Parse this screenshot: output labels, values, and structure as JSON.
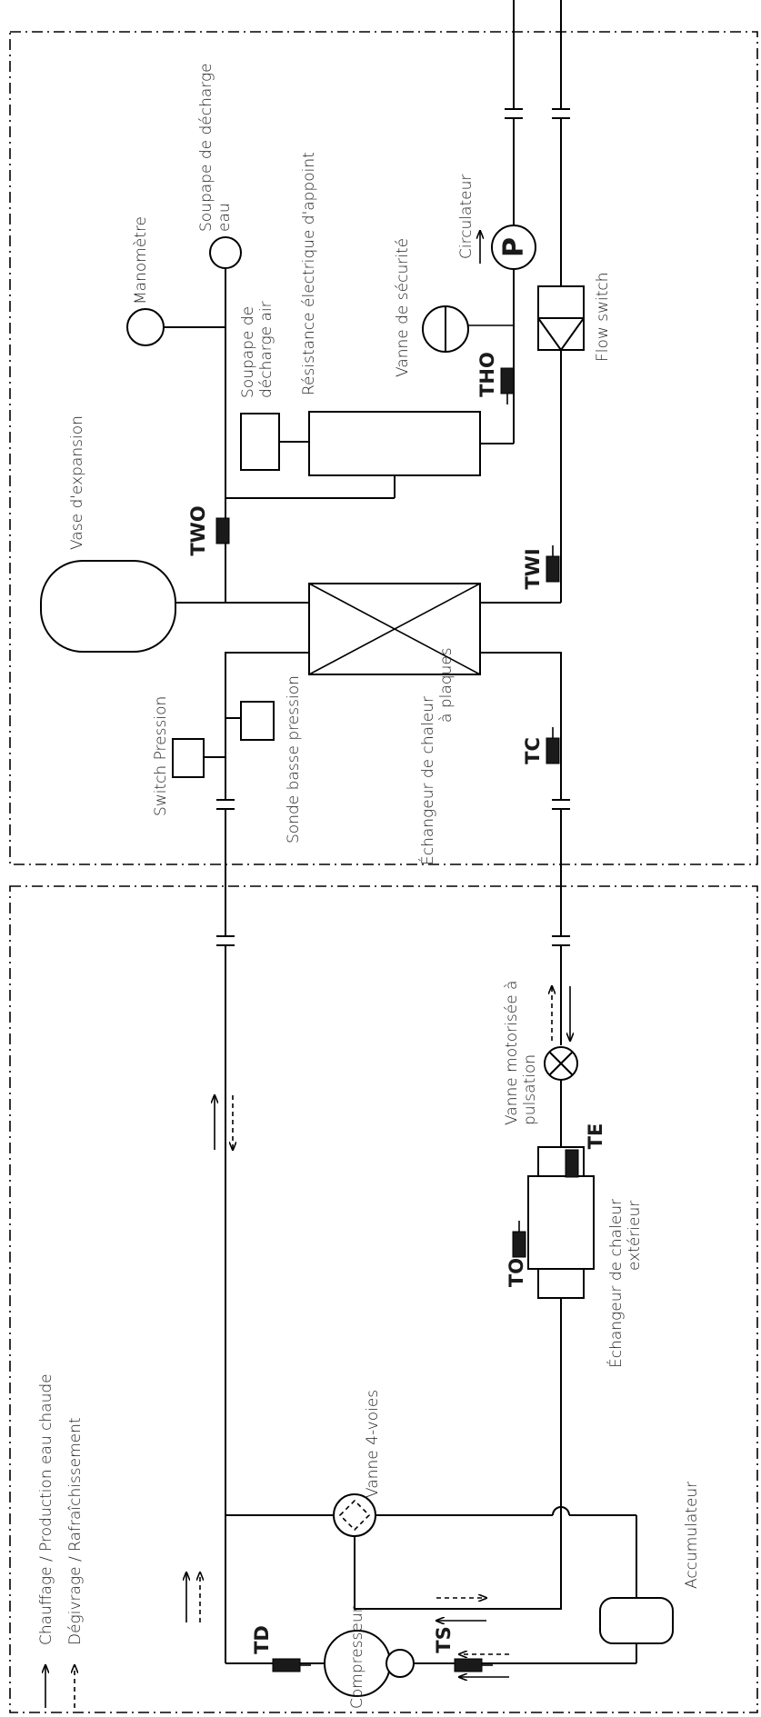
{
  "labels": {
    "manometre": "Manomètre",
    "soupape_eau_1": "Soupape de décharge",
    "soupape_eau_2": "eau",
    "soupape_air_1": "Soupape de",
    "soupape_air_2": "décharge air",
    "resistance": "Résistance électrique d'appoint",
    "vanne_securite": "Vanne de sécurité",
    "circulateur": "Circulateur",
    "flow_switch": "Flow switch",
    "vase_expansion": "Vase d'expansion",
    "switch_pression": "Switch Pression",
    "sonde_basse_pression": "Sonde basse pression",
    "echangeur_plaques_1": "Échangeur de chaleur",
    "echangeur_plaques_2": "à plaques",
    "vanne_motorisee_1": "Vanne motorisée à",
    "vanne_motorisee_2": "pulsation",
    "echangeur_exterieur_1": "Échangeur de chaleur",
    "echangeur_exterieur_2": "extérieur",
    "vanne_4_voies": "Vanne 4-voies",
    "accumulateur": "Accumulateur",
    "compresseur": "Compresseur",
    "pump_symbol": "P"
  },
  "sensors": {
    "two": "TWO",
    "tho": "THO",
    "twi": "TWI",
    "tc": "TC",
    "te": "TE",
    "to": "TO",
    "td": "TD",
    "ts": "TS"
  },
  "legend": {
    "solid": "Chauffage / Production eau chaude",
    "dashed": "Dégivrage / Rafraîchissement"
  }
}
